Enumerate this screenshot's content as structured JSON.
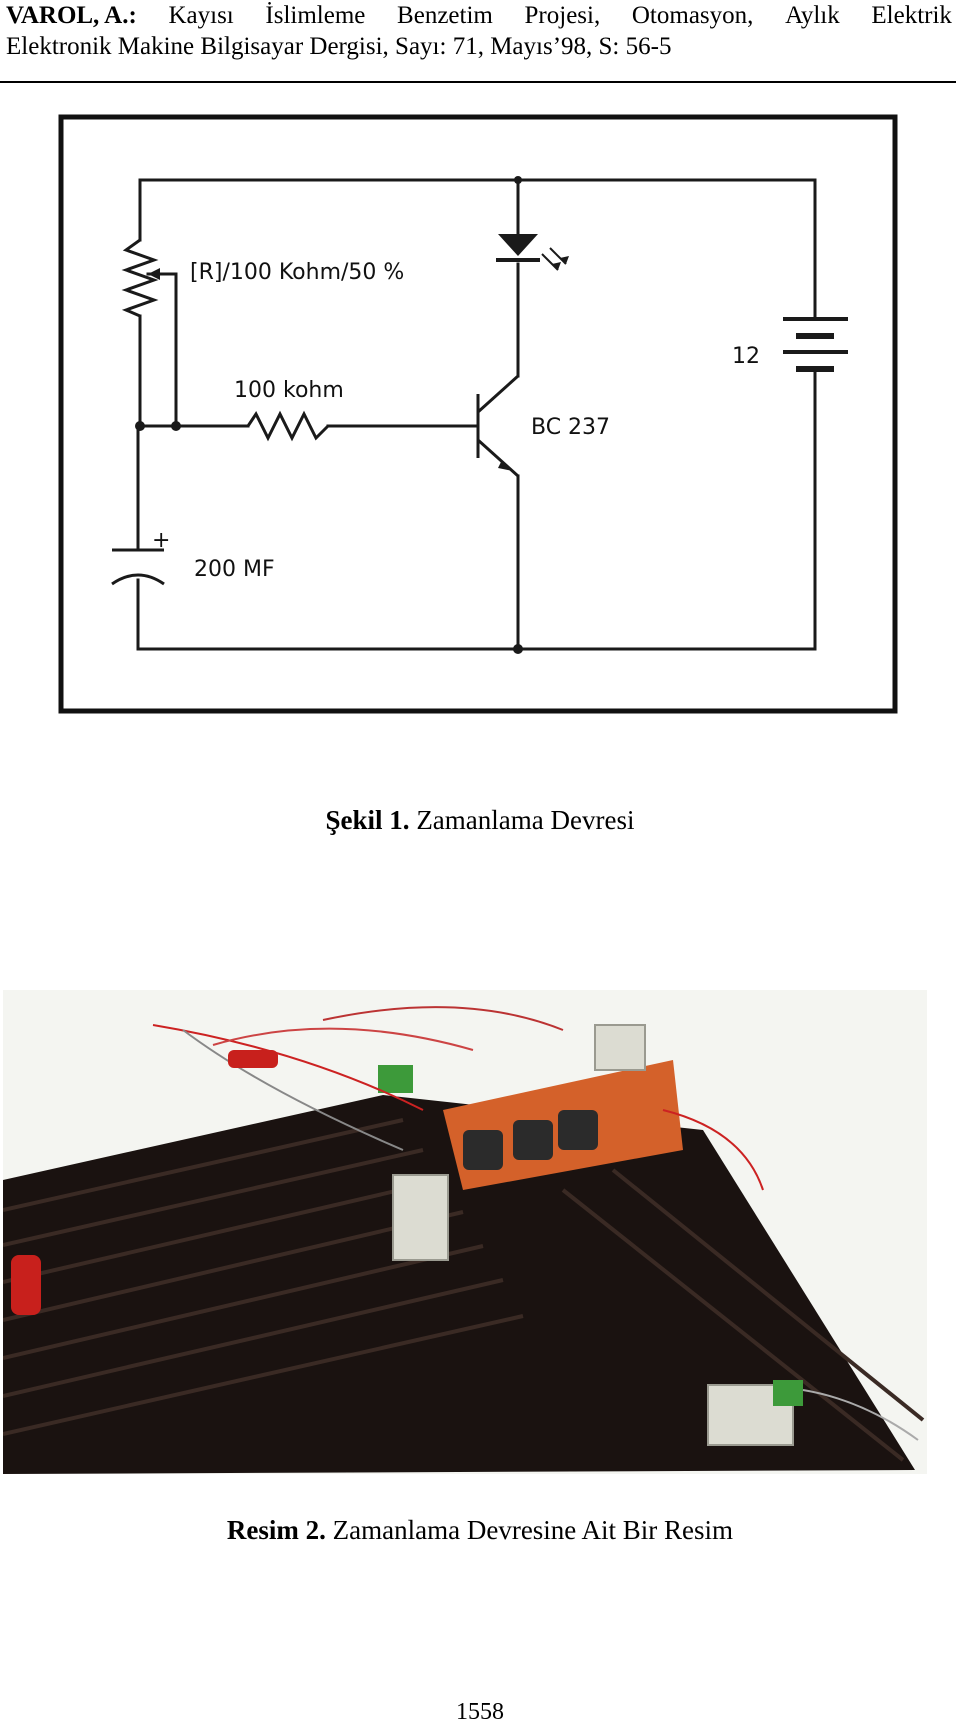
{
  "header": {
    "author": "VAROL, A.:",
    "title_words": [
      "Kayısı",
      "İslimleme",
      "Benzetim",
      "Projesi,",
      "Otomasyon,",
      "Aylık",
      "Elektrik"
    ],
    "line2": "Elektronik Makine Bilgisayar Dergisi, Sayı: 71, Mayıs’98, S: 56-5"
  },
  "figure1": {
    "labels": {
      "potentiometer": "[R]/100 Kohm/50  %",
      "resistor": "100 kohm",
      "transistor": "BC 237",
      "battery": "12",
      "capacitor": "200 MF",
      "capacitor_polarity": "+"
    },
    "caption_prefix": "Şekil 1.",
    "caption_text": "Zamanlama Devresi"
  },
  "figure2": {
    "caption_prefix": "Resim 2.",
    "caption_text": "Zamanlama Devresine Ait Bir Resim"
  },
  "page_number": "1558"
}
